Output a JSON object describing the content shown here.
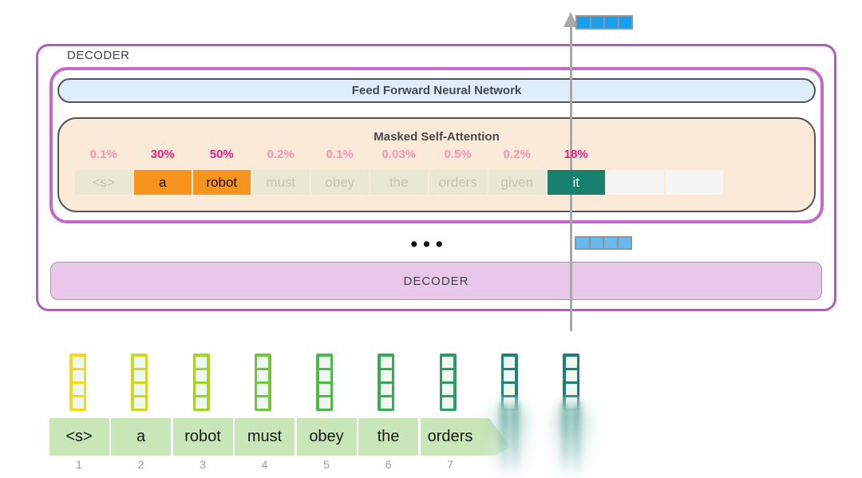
{
  "decoder_box": {
    "label": "DECODER"
  },
  "ffnn": {
    "label": "Feed Forward Neural Network"
  },
  "attention": {
    "title": "Masked Self-Attention",
    "cells": [
      {
        "token": "<s>",
        "percent": "0.1%",
        "emphasis": false,
        "state": "inactive"
      },
      {
        "token": "a",
        "percent": "30%",
        "emphasis": true,
        "state": "highlight"
      },
      {
        "token": "robot",
        "percent": "50%",
        "emphasis": true,
        "state": "highlight"
      },
      {
        "token": "must",
        "percent": "0.2%",
        "emphasis": false,
        "state": "inactive"
      },
      {
        "token": "obey",
        "percent": "0.1%",
        "emphasis": false,
        "state": "inactive"
      },
      {
        "token": "the",
        "percent": "0.03%",
        "emphasis": false,
        "state": "inactive"
      },
      {
        "token": "orders",
        "percent": "0.5%",
        "emphasis": false,
        "state": "inactive"
      },
      {
        "token": "given",
        "percent": "0.2%",
        "emphasis": false,
        "state": "inactive"
      },
      {
        "token": "it",
        "percent": "18%",
        "emphasis": true,
        "state": "selected"
      },
      {
        "token": "",
        "percent": "",
        "emphasis": false,
        "state": "empty"
      },
      {
        "token": "",
        "percent": "",
        "emphasis": false,
        "state": "empty"
      }
    ]
  },
  "ellipsis": "•••",
  "decoder_bar": {
    "label": "DECODER"
  },
  "bottom": {
    "tokens": [
      {
        "text": "<s>",
        "num": "1"
      },
      {
        "text": "a",
        "num": "2"
      },
      {
        "text": "robot",
        "num": "3"
      },
      {
        "text": "must",
        "num": "4"
      },
      {
        "text": "obey",
        "num": "5"
      },
      {
        "text": "the",
        "num": "6"
      },
      {
        "text": "orders",
        "num": "7"
      }
    ],
    "embeddings": [
      {
        "color": "#f8d816",
        "faded": false
      },
      {
        "color": "#ccd921",
        "faded": false
      },
      {
        "color": "#a3d323",
        "faded": false
      },
      {
        "color": "#73c53b",
        "faded": false
      },
      {
        "color": "#4eb94b",
        "faded": false
      },
      {
        "color": "#37ab55",
        "faded": false
      },
      {
        "color": "#2b9c69",
        "faded": false
      },
      {
        "color": "#1f8474",
        "faded": true
      },
      {
        "color": "#1d7e75",
        "faded": true
      }
    ]
  },
  "vectors": {
    "cells_per_vector": 4,
    "top_color": "#18a0ef",
    "mid_color": "#68baee"
  },
  "colors": {
    "outer_border": "#b558c0",
    "inner_border": "#c467cc",
    "box_border": "#53565b",
    "ffnn_fill": "#dfecfa",
    "attention_fill": "#fcead9",
    "cell_inactive_bg": "#e7e9d5",
    "cell_inactive_text": "#c2c6ab",
    "cell_highlight_bg": "#f7941e",
    "cell_selected_bg": "#17806f",
    "cell_empty_bg": "#f5f6f3",
    "pct_light": "#f693b3",
    "pct_bold": "#eb1d7f",
    "decoder_bar_fill": "#e9c7ea",
    "arrow_gray": "#a8a8a8",
    "top_vector_blue": "#18a0ef",
    "mid_vector_blue": "#68baee",
    "token_box_green": "#c9e6b8",
    "embedding_cell": "#eef7f0",
    "streak_teal": "#1f8474"
  }
}
